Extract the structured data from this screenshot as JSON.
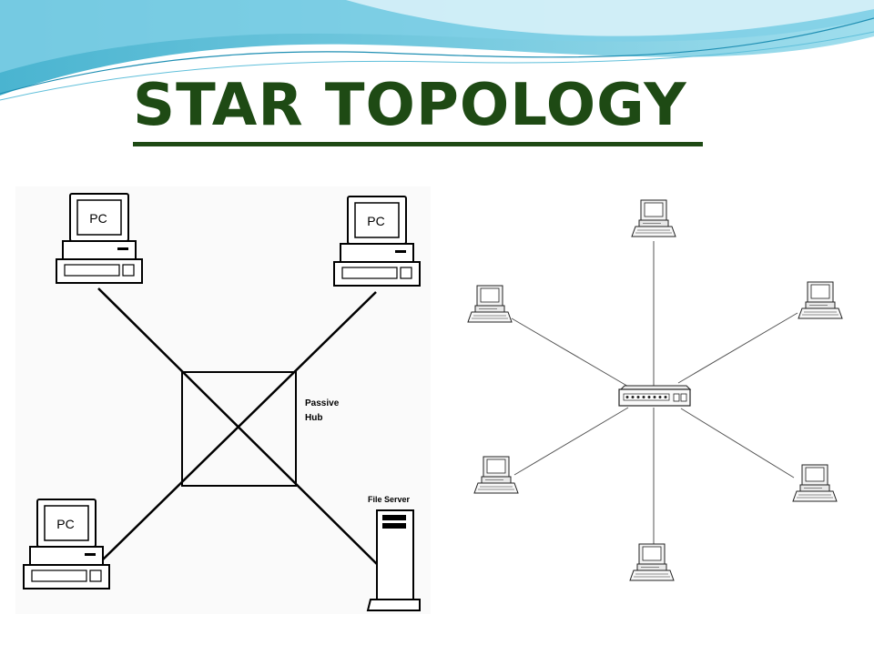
{
  "slide": {
    "title": "STAR TOPOLOGY",
    "title_color": "#1e4a14",
    "banner_colors": [
      "#2aa7c8",
      "#8fd8ea",
      "#d8f1f8"
    ]
  },
  "left_diagram": {
    "pc_labels": [
      "PC",
      "PC",
      "PC"
    ],
    "hub_label_line1": "Passive",
    "hub_label_line2": "Hub",
    "server_label": "File Server"
  },
  "right_diagram": {
    "hub_icon": "network-switch-icon",
    "node_icon": "desktop-computer-icon",
    "node_count": 6
  }
}
